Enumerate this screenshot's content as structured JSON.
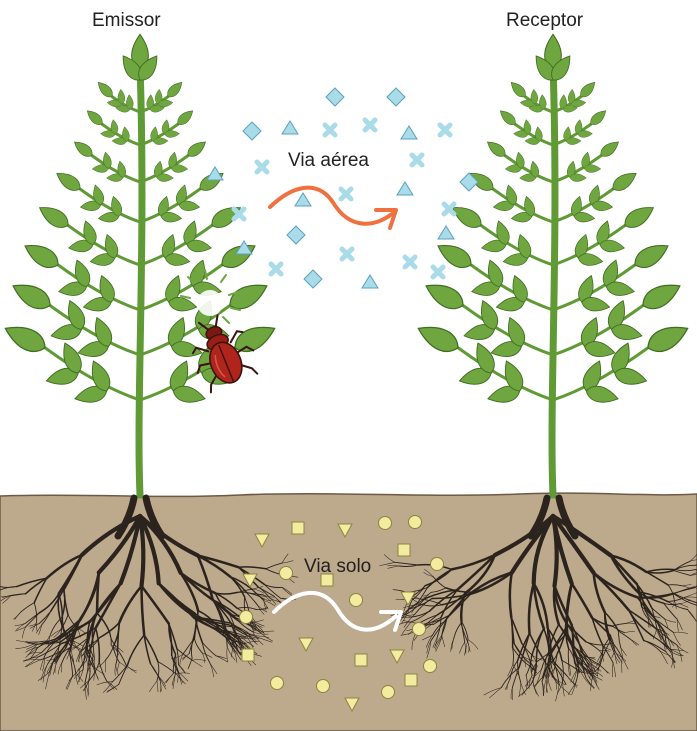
{
  "labels": {
    "emitter": "Emissor",
    "receiver": "Receptor",
    "air_route": "Via aérea",
    "soil_route": "Via solo"
  },
  "icons": {
    "emitter_plant": "plant-icon",
    "receiver_plant": "plant-icon",
    "beetle": "beetle-icon",
    "damage": "damage-burst-icon",
    "air_molecule_diamond": "diamond-icon",
    "air_molecule_triangle": "triangle-icon",
    "air_molecule_cross": "cross-icon",
    "soil_molecule_square": "square-icon",
    "soil_molecule_triangle": "triangle-down-icon",
    "soil_molecule_circle": "circle-icon",
    "air_arrow": "wavy-arrow-icon",
    "soil_arrow": "wavy-arrow-icon"
  },
  "colors": {
    "air_molecule_fill": "#a9dbe9",
    "air_molecule_stroke": "#5aa3bd",
    "soil_molecule_fill": "#f3ec9f",
    "soil_molecule_stroke": "#8a8340",
    "air_arrow": "#ef7140",
    "soil_arrow": "#ffffff",
    "soil": "#bda98c",
    "leaf": "#6fa63f",
    "stem": "#5f9a35",
    "root": "#2b231d",
    "beetle": "#b0251b"
  }
}
